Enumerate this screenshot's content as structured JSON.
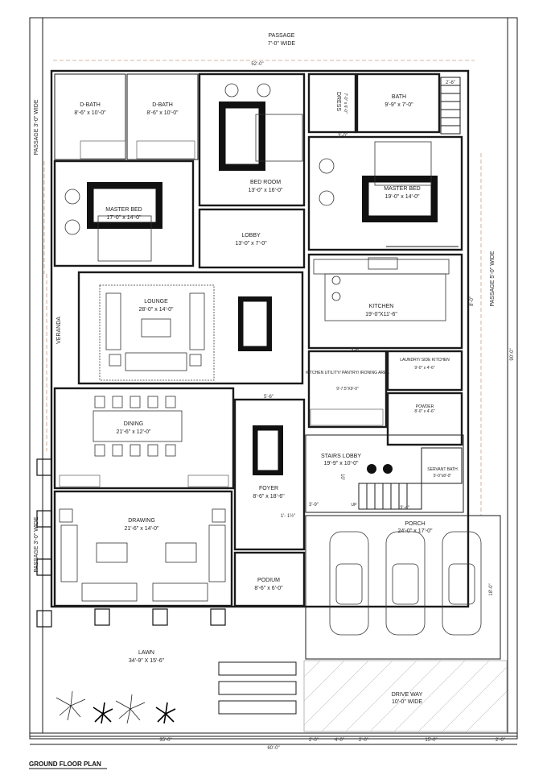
{
  "plan_title": "GROUND FLOOR PLAN",
  "rooms": [
    {
      "id": "passage-top",
      "name": "PASSAGE",
      "dim": "7'-0\"   WIDE"
    },
    {
      "id": "dbath-1",
      "name": "D-BATH",
      "dim": "8'-6\" x 10'-0\""
    },
    {
      "id": "dbath-2",
      "name": "D-BATH",
      "dim": "8'-6\" x 10'-0\""
    },
    {
      "id": "bedroom",
      "name": "BED ROOM",
      "dim": "13'-0\" x 16'-0\""
    },
    {
      "id": "dress",
      "name": "DRESS",
      "dim": "7'-0\" x 6'-0\""
    },
    {
      "id": "bath",
      "name": "BATH",
      "dim": "9'-9\" x 7'-0\""
    },
    {
      "id": "master-bed-left",
      "name": "MASTER BED",
      "dim": "17'-0\" x 14'-0\""
    },
    {
      "id": "master-bed-right",
      "name": "MASTER BED",
      "dim": "19'-0\" x 14'-0\""
    },
    {
      "id": "lobby",
      "name": "LOBBY",
      "dim": "13'-0\" x 7'-0\""
    },
    {
      "id": "lounge",
      "name": "LOUNGE",
      "dim": "28'-0\" x 14'-0\""
    },
    {
      "id": "kitchen",
      "name": "KITCHEN",
      "dim": "19'-0\"X11'-6\""
    },
    {
      "id": "kitchen-utility",
      "name": "KITCHEN UTILITY/ PANTRY/ IRONING AREA",
      "dim": "9'-7.5\"X9'-0\""
    },
    {
      "id": "laundry",
      "name": "LAUNDRY/ SIDE KITCHEN",
      "dim": "9'-0\" x 4'-6\""
    },
    {
      "id": "powder",
      "name": "POWDER",
      "dim": "8'-0\" x 4'-6\""
    },
    {
      "id": "dining",
      "name": "DINING",
      "dim": "21'-6\" x 12'-0\""
    },
    {
      "id": "stairs-lobby",
      "name": "STAIRS LOBBY",
      "dim": "19'-9\" x 10'-0\""
    },
    {
      "id": "servant-bath",
      "name": "SERVANT BATH",
      "dim": "5'-0\"x8'-0\""
    },
    {
      "id": "foyer",
      "name": "FOYER",
      "dim": "8'-6\" x 18'-6\""
    },
    {
      "id": "drawing",
      "name": "DRAWING",
      "dim": "21'-6\" x 14'-0\""
    },
    {
      "id": "porch",
      "name": "PORCH",
      "dim": "24'-0\" x 17'-0\""
    },
    {
      "id": "podium",
      "name": "PODIUM",
      "dim": "8'-6\" x 6'-0\""
    },
    {
      "id": "lawn",
      "name": "LAWN",
      "dim": "34'-9\" X 15'-6\""
    },
    {
      "id": "driveway",
      "name": "DRIVE WAY",
      "dim": "10'-0\" WIDE"
    }
  ],
  "side_labels": {
    "passage_left_top": "PASSAGE 3'-0\" WIDE",
    "passage_left_bottom": "PASSAGE 3'-0\" WIDE",
    "passage_right": "PASSAGE 5'-0\" WIDE",
    "veranda": "VERANDA"
  },
  "dimensions": {
    "top_width": "52'-0\"",
    "bottom_left": "35'-0\"",
    "bottom_total": "60'-0\"",
    "bottom_seg1": "2'-0\"",
    "bottom_seg2": "4'-0\"",
    "bottom_seg3": "2'-0\"",
    "bottom_seg4": "15'-0\"",
    "bottom_seg5": "2'-0\"",
    "right_total": "90'-0\"",
    "dim_3_0_a": "3'-0\"",
    "dim_2_6": "2'-6\"",
    "dim_3_6": "3'-6\"",
    "dim_8_0": "8'-0\"",
    "dim_18_0": "18'-0\"",
    "dim_3_4": "3'-4\"",
    "dim_1_1_2": "1'- 1½\"",
    "dim_3_9": "3'-9\"",
    "dim_10": "10'",
    "dim_5_6": "5'-6\""
  },
  "stair_label": "UP"
}
